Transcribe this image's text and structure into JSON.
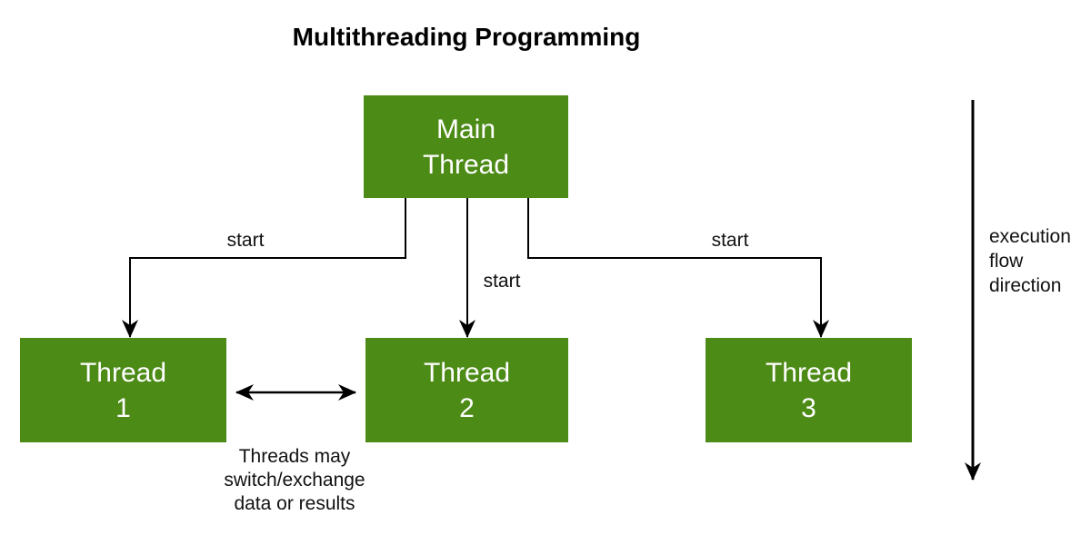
{
  "title": "Multithreading Programming",
  "boxes": {
    "main_thread": {
      "label": "Main\nThread"
    },
    "thread_1": {
      "label": "Thread\n1"
    },
    "thread_2": {
      "label": "Thread\n2"
    },
    "thread_3": {
      "label": "Thread\n3"
    }
  },
  "edge_labels": {
    "start_left": "start",
    "start_middle": "start",
    "start_right": "start"
  },
  "annotations": {
    "exchange_note": "Threads may\nswitch/exchange\ndata or results",
    "execution_flow": "execution\nflow\ndirection"
  },
  "colors": {
    "background": "#ffffff",
    "box_fill": "#4d8b17",
    "box_text": "#ffffff",
    "line": "#000000",
    "label_text": "#111111"
  }
}
